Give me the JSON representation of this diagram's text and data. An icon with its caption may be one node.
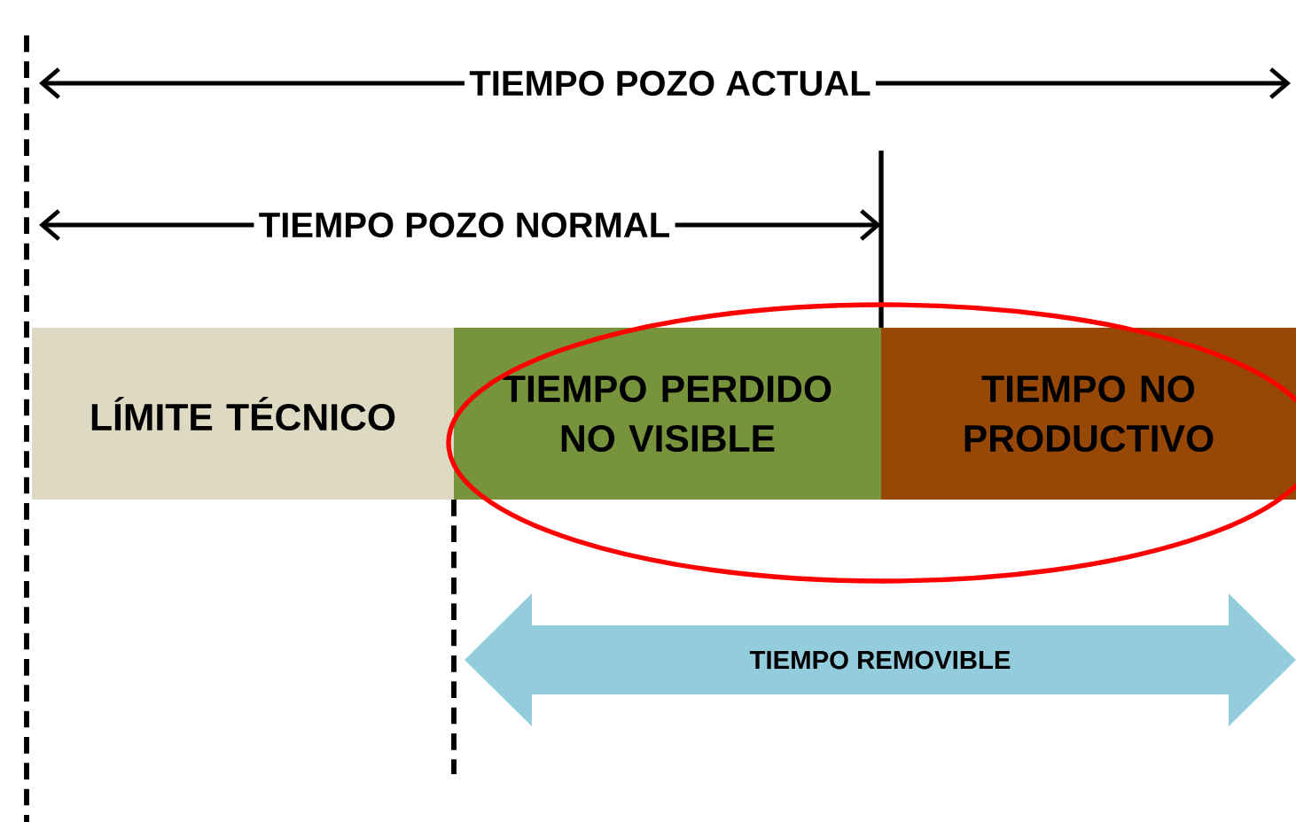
{
  "diagram": {
    "nodes": [
      {
        "text": [
          "LÍMITE TÉCNICO"
        ]
      },
      {
        "text": [
          "TIEMPO PERDIDO NO VISIBLE"
        ]
      },
      {
        "text": [
          "TIEMPO NO PRODUCTIVO"
        ]
      },
      {
        "text": [
          "TIEMPO REMOVIBLE"
        ]
      }
    ],
    "labels": [
      "TIEMPO POZO ACTUAL",
      "TIEMPO POZO NORMAL"
    ]
  }
}
